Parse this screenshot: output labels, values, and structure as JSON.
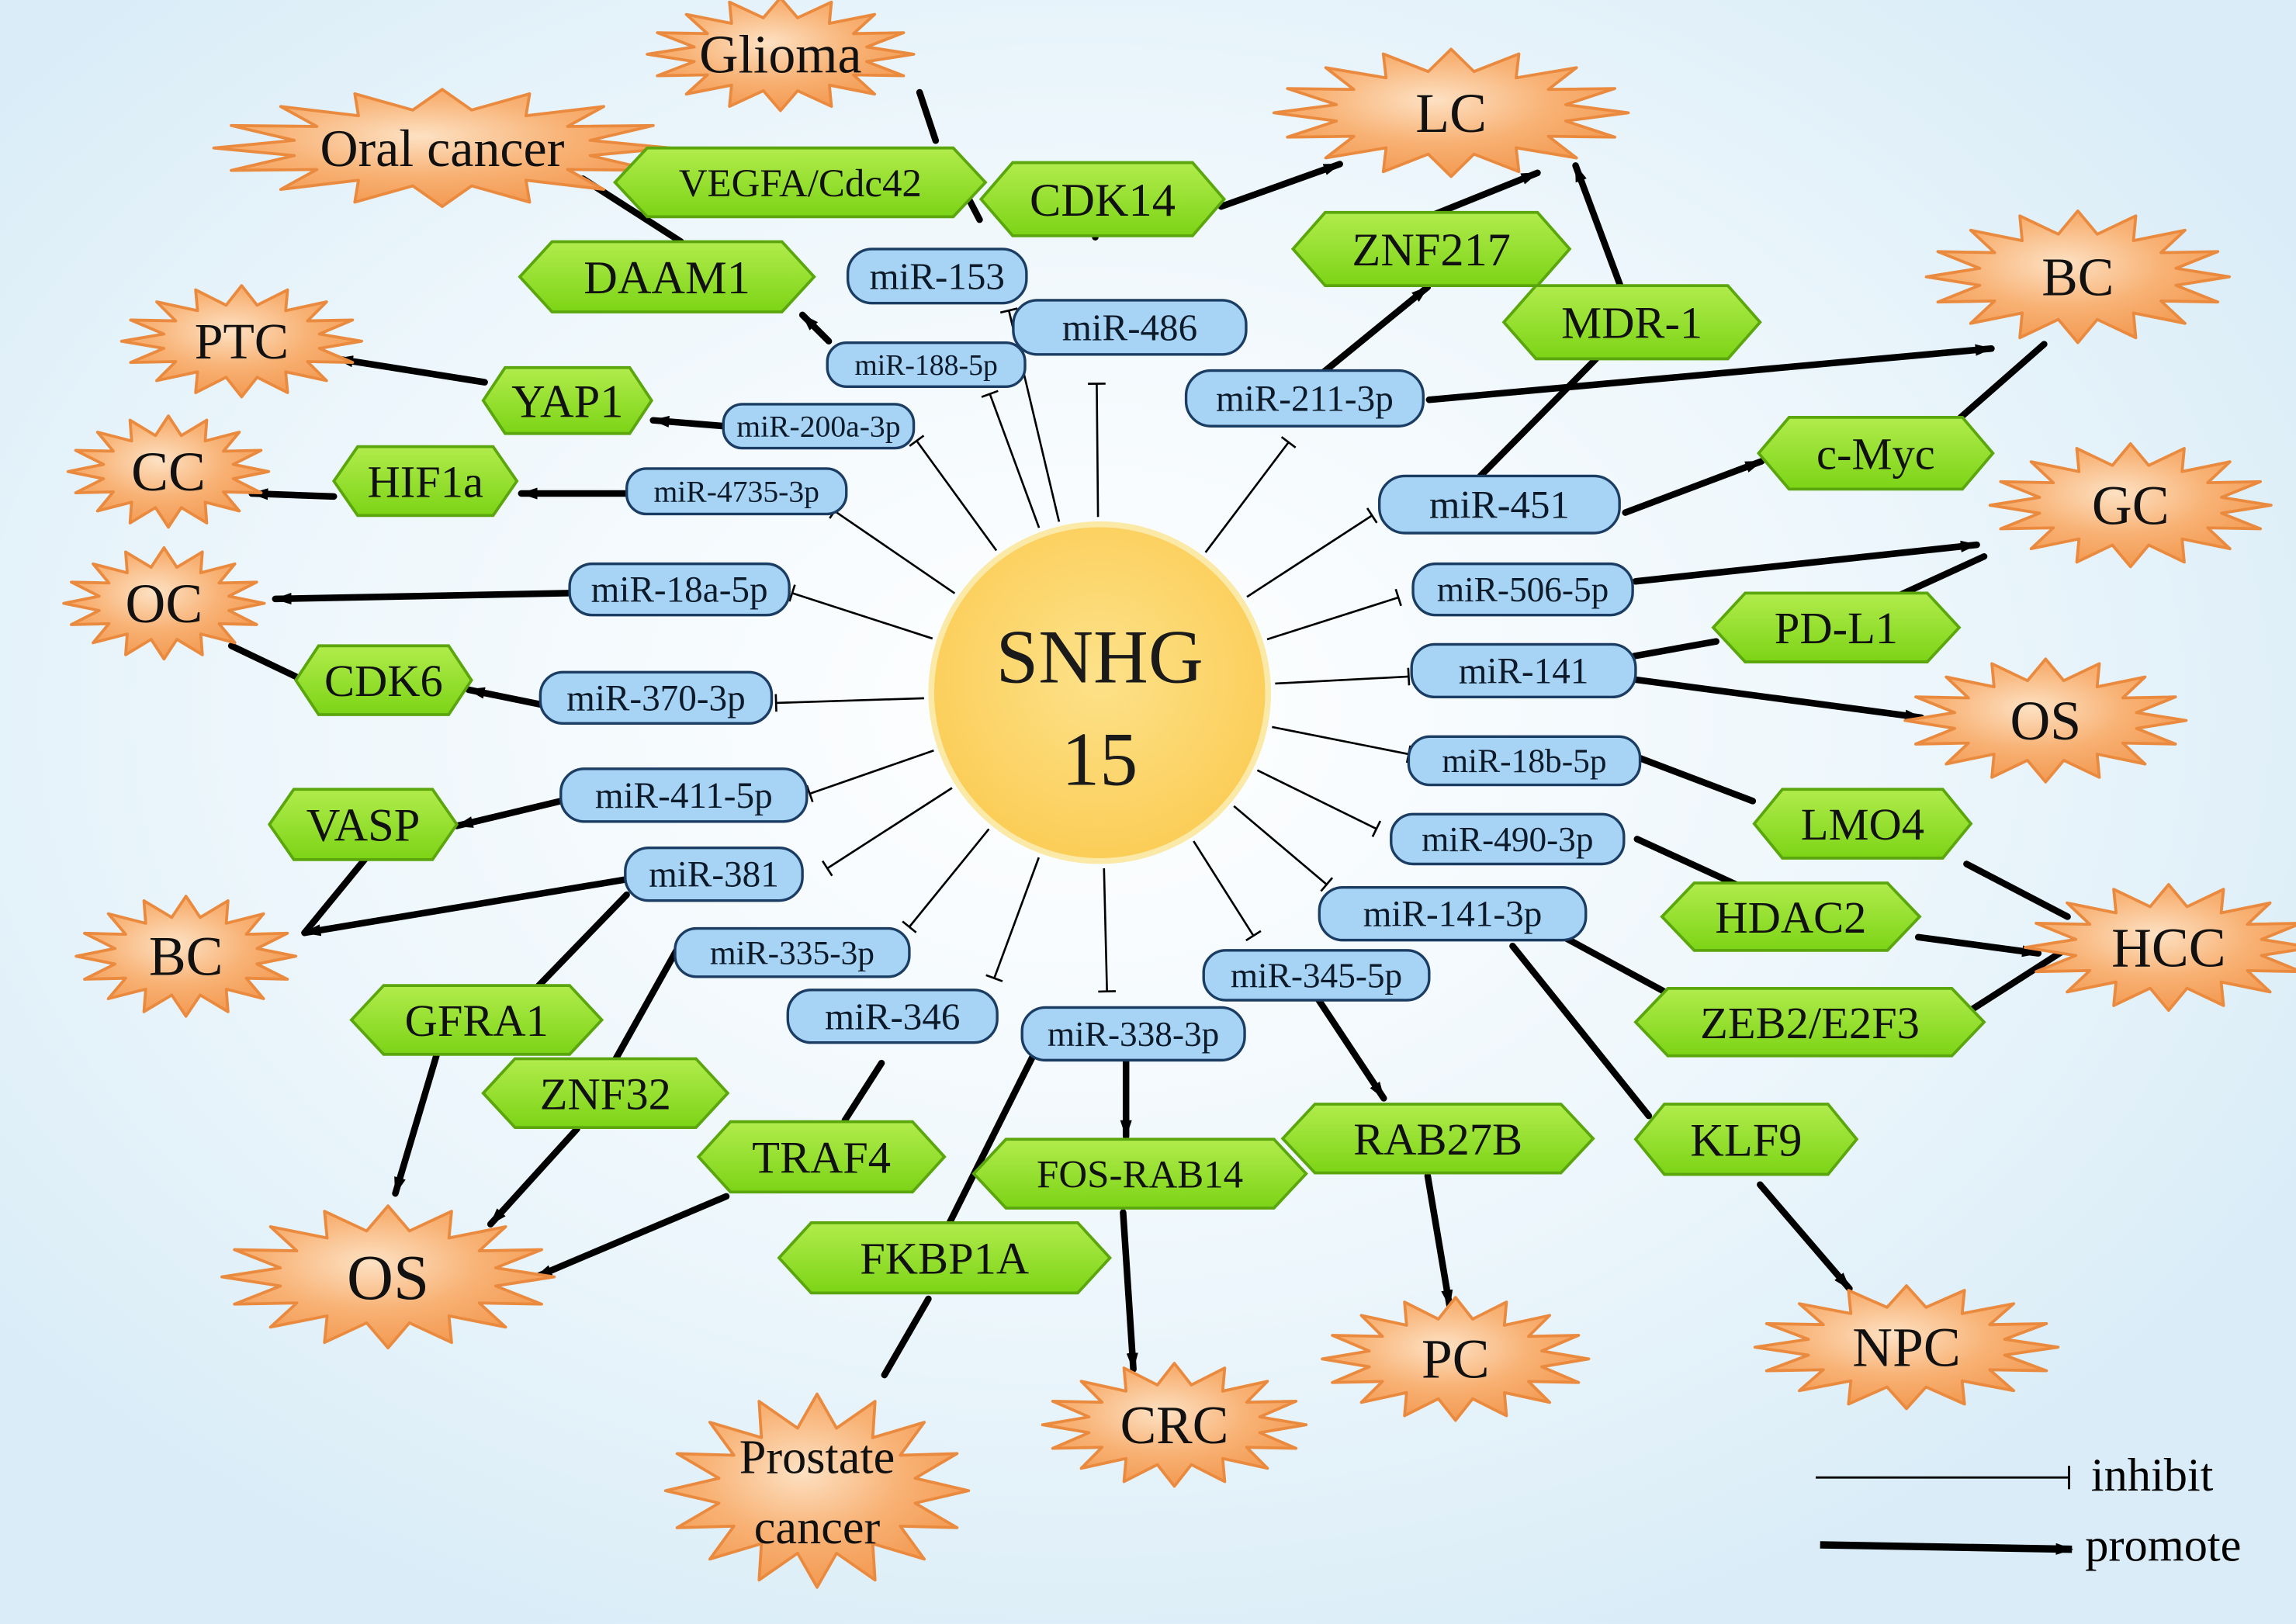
{
  "center": {
    "line1": "SNHG",
    "line2": "15"
  },
  "mirnas": {
    "m153": "miR-153",
    "m486": "miR-486",
    "m188": "miR-188-5p",
    "m200a": "miR-200a-3p",
    "m4735": "miR-4735-3p",
    "m18a": "miR-18a-5p",
    "m370": "miR-370-3p",
    "m411": "miR-411-5p",
    "m381": "miR-381",
    "m335": "miR-335-3p",
    "m346": "miR-346",
    "m338": "miR-338-3p",
    "m345": "miR-345-5p",
    "m1413p": "miR-141-3p",
    "m490": "miR-490-3p",
    "m18b": "miR-18b-5p",
    "m141": "miR-141",
    "m506": "miR-506-5p",
    "m451": "miR-451",
    "m211": "miR-211-3p"
  },
  "genes": {
    "vegfa": "VEGFA/Cdc42",
    "cdk14": "CDK14",
    "daam1": "DAAM1",
    "yap1": "YAP1",
    "hif1a": "HIF1a",
    "cdk6": "CDK6",
    "vasp": "VASP",
    "gfra1": "GFRA1",
    "znf32": "ZNF32",
    "traf4": "TRAF4",
    "fkbp1a": "FKBP1A",
    "fosrab14": "FOS-RAB14",
    "rab27b": "RAB27B",
    "klf9": "KLF9",
    "zeb2": "ZEB2/E2F3",
    "hdac2": "HDAC2",
    "lmo4": "LMO4",
    "pdl1": "PD-L1",
    "cmyc": "c-Myc",
    "mdr1": "MDR-1",
    "znf217": "ZNF217"
  },
  "cancers": {
    "glioma": "Glioma",
    "oral": "Oral cancer",
    "ptc": "PTC",
    "cc": "CC",
    "oc": "OC",
    "bc_left": "BC",
    "os_bottom": "OS",
    "prostate_line1": "Prostate",
    "prostate_line2": "cancer",
    "crc": "CRC",
    "pc": "PC",
    "npc": "NPC",
    "hcc": "HCC",
    "os_right": "OS",
    "gc": "GC",
    "bc_right": "BC",
    "lc": "LC"
  },
  "legend": {
    "inhibit": "inhibit",
    "promote": "promote"
  },
  "colors": {
    "background": "#e4f1f9",
    "center_fill": "#fcd36a",
    "center_stroke": "#fbe7a6",
    "mirna_fill": "#a7d4f4",
    "mirna_stroke": "#1b3d63",
    "gene_fill": "#88dc22",
    "gene_stroke": "#5ba60d",
    "cancer_fill": "#f6a866",
    "cancer_stroke": "#ea8a3e",
    "line": "#000000"
  }
}
